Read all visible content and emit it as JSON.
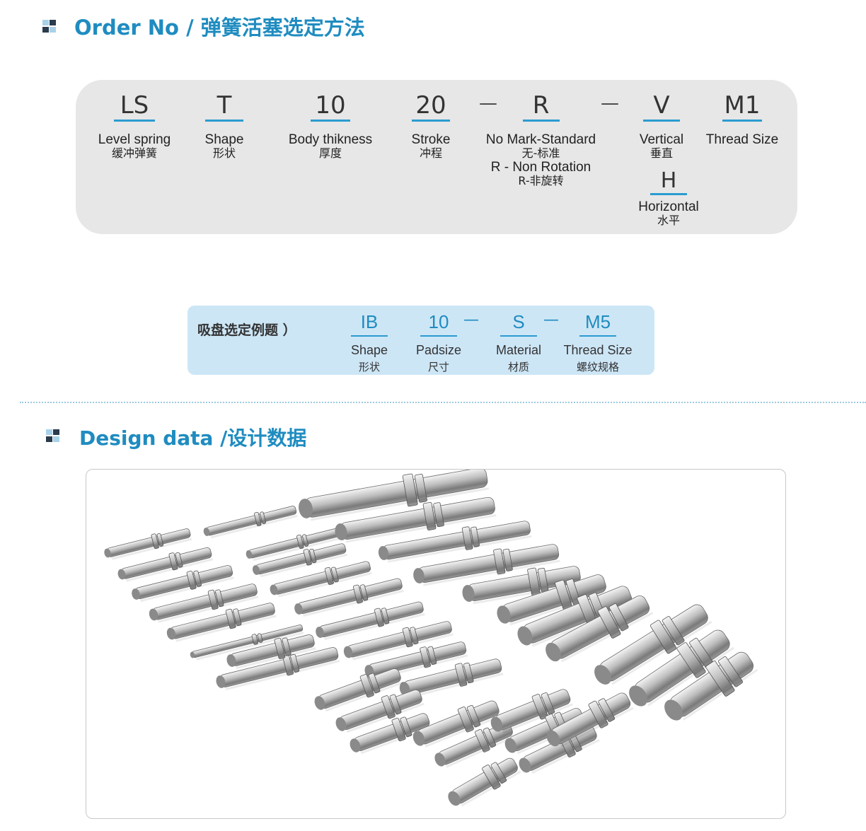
{
  "order_section": {
    "title": "Order No / 弹簧活塞选定方法",
    "codes": [
      {
        "code": "LS",
        "en": "Level spring",
        "cn": "缓冲弹簧"
      },
      {
        "code": "T",
        "en": "Shape",
        "cn": "形状"
      },
      {
        "code": "10",
        "en": "Body thikness",
        "cn": "厚度"
      },
      {
        "code": "20",
        "en": "Stroke",
        "cn": "冲程"
      },
      {
        "code": "R",
        "en": "No Mark-Standard",
        "cn": "无-标准",
        "en2": "R - Non Rotation",
        "cn2": "R-非旋转"
      },
      {
        "code": "V",
        "en": "Vertical",
        "cn": "垂直",
        "alt_code": "H",
        "alt_en": "Horizontal",
        "alt_cn": "水平"
      },
      {
        "code": "M1",
        "en": "Thread Size",
        "cn": ""
      }
    ],
    "separator": "—"
  },
  "example": {
    "label": "吸盘选定例题 ）",
    "separator": "—",
    "codes": [
      {
        "code": "IB",
        "en": "Shape",
        "cn": "形状"
      },
      {
        "code": "10",
        "en": "Padsize",
        "cn": "尺寸"
      },
      {
        "code": "S",
        "en": "Material",
        "cn": "材质"
      },
      {
        "code": "M5",
        "en": "Thread Size",
        "cn": "螺纹规格"
      }
    ]
  },
  "design_section": {
    "title": "Design data /设计数据"
  },
  "colors": {
    "accent": "#1f8cc0",
    "box_gray": "#e7e7e7",
    "box_blue": "#cde6f6",
    "icon_dark": "#2a3b4c",
    "icon_light": "#a8d2e8"
  }
}
